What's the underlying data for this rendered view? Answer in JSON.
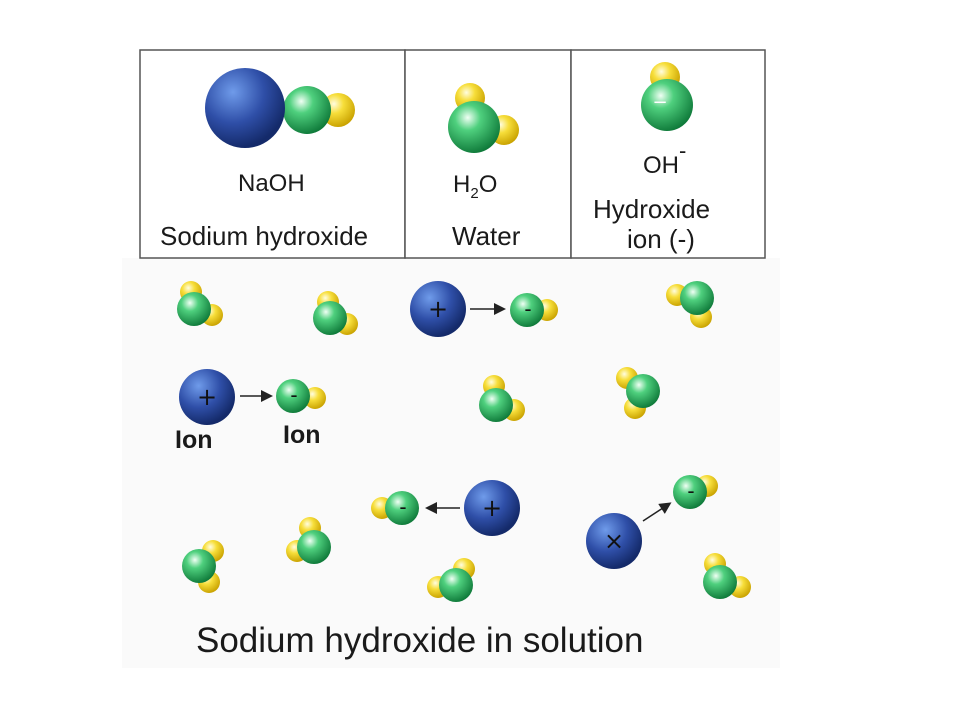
{
  "colors": {
    "sodium": "#2f4fa8",
    "oxygen": "#1fae55",
    "hydrogen": "#f4d21f",
    "panel_border": "#555555",
    "solution_bg": "#fafafa"
  },
  "legend": {
    "sodium_hydroxide": {
      "formula": "NaOH",
      "name": "Sodium hydroxide"
    },
    "water": {
      "formula": "H",
      "formula_sub": "2",
      "formula_tail": "O",
      "name": "Water"
    },
    "hydroxide": {
      "formula": "OH",
      "charge": "-",
      "name_line1": "Hydroxide",
      "name_line2": "ion (-)",
      "badge": "−"
    }
  },
  "solution": {
    "charge_plus": "+",
    "charge_minus": "-",
    "charge_x": "×",
    "ion_label_positive": "Ion",
    "ion_label_negative": "Ion",
    "caption": "Sodium hydroxide in solution"
  },
  "icons": [
    "sodium-ion-icon",
    "hydroxide-ion-icon",
    "water-molecule-icon",
    "arrow-icon"
  ]
}
